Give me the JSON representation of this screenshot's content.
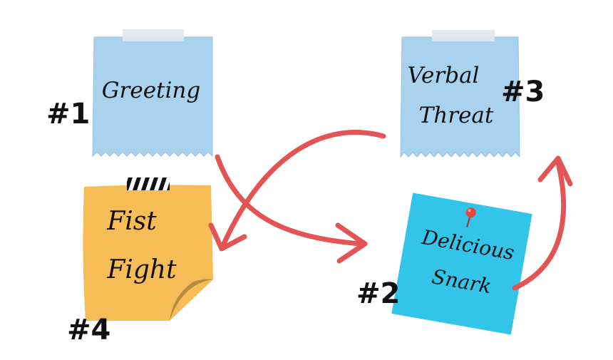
{
  "notes": [
    {
      "id": "greeting",
      "lines": [
        "Greeting"
      ],
      "number": "#1",
      "color": "#a9d2ee"
    },
    {
      "id": "snark",
      "lines": [
        "Delicious",
        "Snark"
      ],
      "number": "#2",
      "color": "#33c4ea"
    },
    {
      "id": "threat",
      "lines": [
        "Verbal",
        "Threat"
      ],
      "number": "#3",
      "color": "#a9d2ee"
    },
    {
      "id": "fight",
      "lines": [
        "Fist",
        "Fight"
      ],
      "number": "#4",
      "color": "#f6bd56"
    }
  ],
  "colors": {
    "arrow": "#e25554",
    "tape": "#dfe8ec",
    "pin": "#e8433f",
    "curl": "#b88c3e",
    "text": "#111111"
  },
  "flow": [
    {
      "from": "greeting",
      "to": "snark"
    },
    {
      "from": "snark",
      "to": "threat"
    },
    {
      "from": "threat",
      "to": "fight"
    }
  ]
}
